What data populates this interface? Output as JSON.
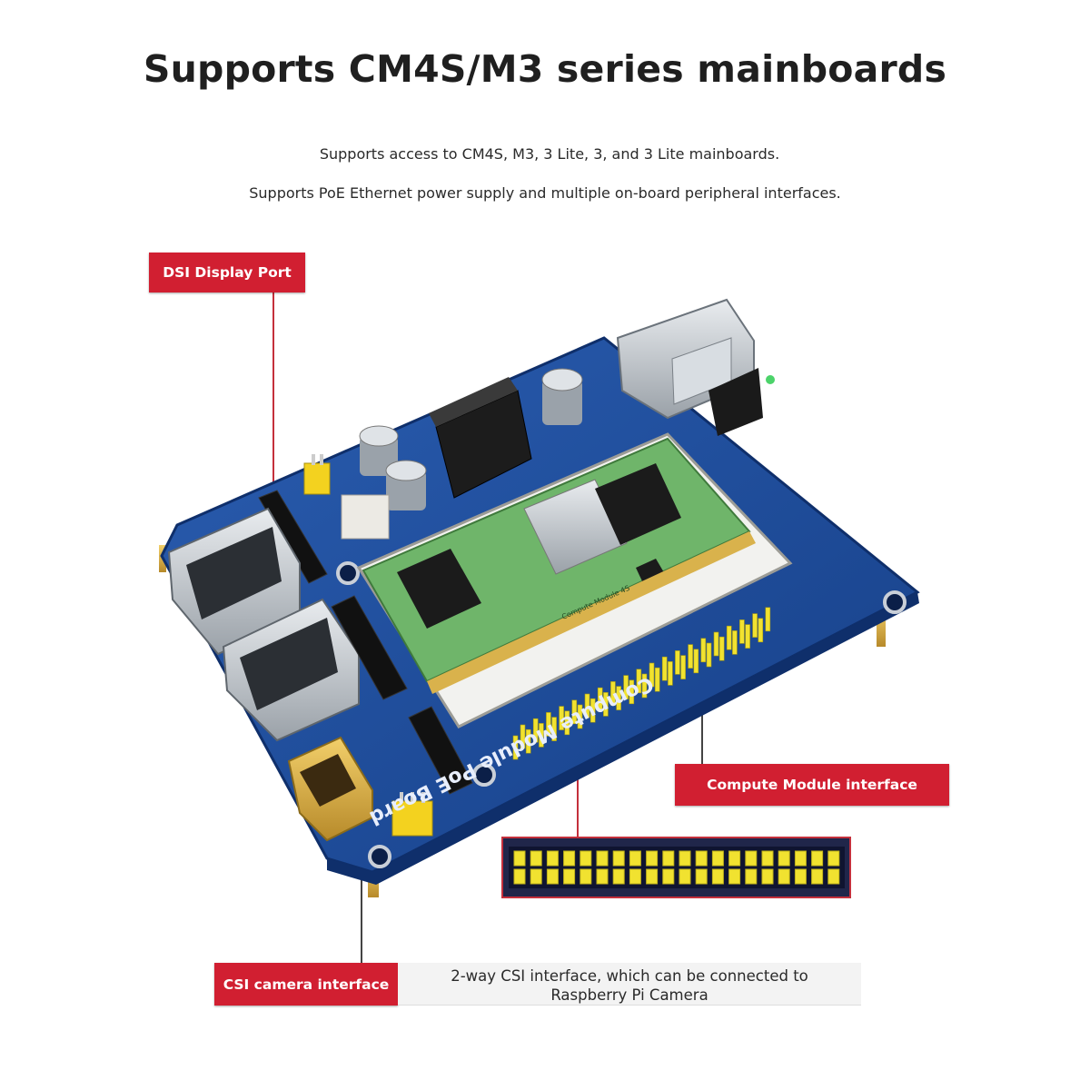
{
  "header": {
    "title": "Supports CM4S/M3 series mainboards",
    "line1": "Supports access to CM4S, M3, 3 Lite, 3, and 3 Lite mainboards.",
    "line2": "Supports PoE Ethernet power supply and multiple on-board peripheral interfaces."
  },
  "callouts": {
    "dsi": "DSI Display Port",
    "compute_module": "Compute Module interface",
    "csi": "CSI camera interface",
    "csi_desc_line1": "2-way CSI interface, which can be connected to",
    "csi_desc_line2": "Raspberry Pi Camera"
  },
  "board": {
    "silkscreen": "Compute Module PoE Board",
    "module_label": "Compute Module 4S"
  },
  "colors": {
    "accent": "#d11f31",
    "pcb": "#1f4f9e",
    "module": "#6fb56a",
    "header_pins": "#f1e230"
  }
}
